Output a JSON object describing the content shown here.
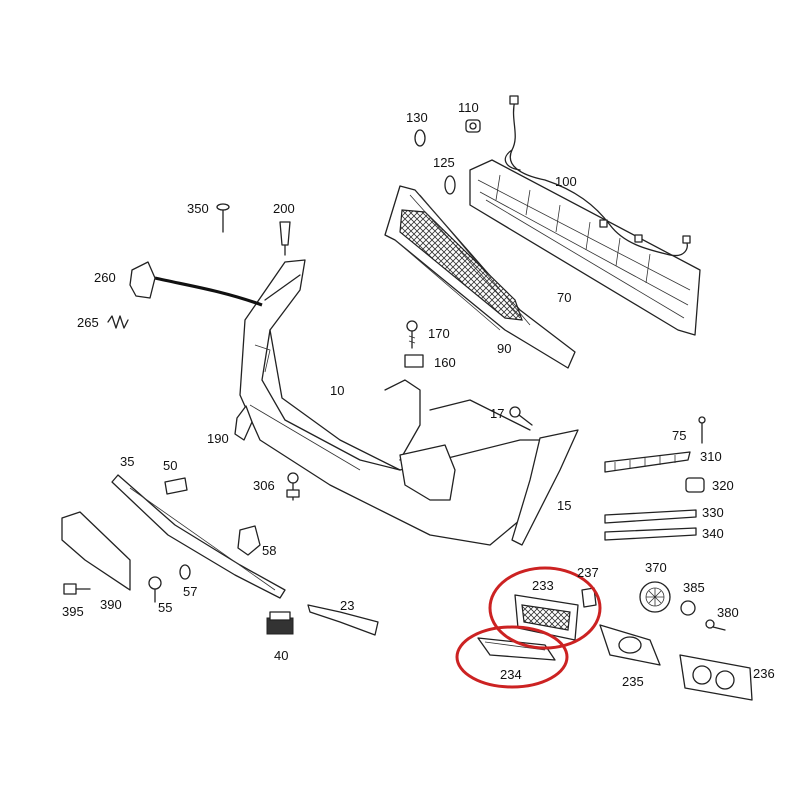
{
  "diagram": {
    "colors": {
      "line": "#222222",
      "highlight": "#cc2222",
      "background": "#ffffff"
    },
    "labels": {
      "p10": "10",
      "p15": "15",
      "p17": "17",
      "p23": "23",
      "p35": "35",
      "p40": "40",
      "p50": "50",
      "p55": "55",
      "p57": "57",
      "p58": "58",
      "p70": "70",
      "p75": "75",
      "p90": "90",
      "p100": "100",
      "p110": "110",
      "p125": "125",
      "p130": "130",
      "p160": "160",
      "p170": "170",
      "p190": "190",
      "p200": "200",
      "p233": "233",
      "p234": "234",
      "p235": "235",
      "p236": "236",
      "p237": "237",
      "p260": "260",
      "p265": "265",
      "p306": "306",
      "p310": "310",
      "p320": "320",
      "p330": "330",
      "p340": "340",
      "p350": "350",
      "p370": "370",
      "p380": "380",
      "p385": "385",
      "p390": "390",
      "p395": "395"
    },
    "highlighted_parts": [
      "233",
      "234"
    ]
  }
}
